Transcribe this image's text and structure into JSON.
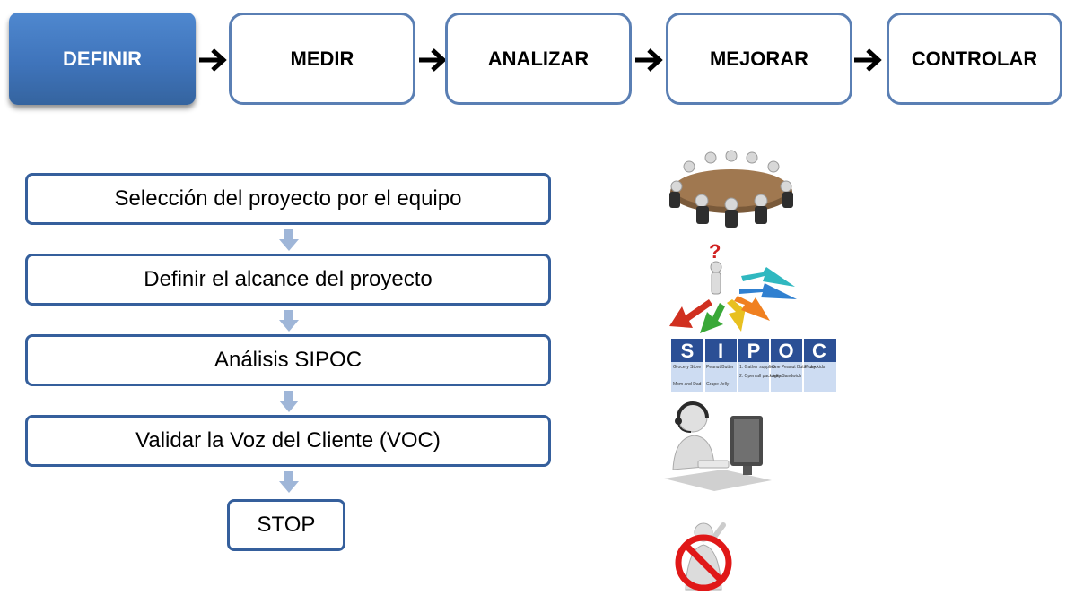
{
  "phases": [
    {
      "label": "DEFINIR",
      "active": true
    },
    {
      "label": "MEDIR",
      "active": false
    },
    {
      "label": "ANALIZAR",
      "active": false
    },
    {
      "label": "MEJORAR",
      "active": false
    },
    {
      "label": "CONTROLAR",
      "active": false
    }
  ],
  "steps": [
    "Selección del proyecto por el equipo",
    "Definir el alcance del proyecto",
    "Análisis SIPOC",
    "Validar la Voz del Cliente (VOC)",
    "STOP"
  ],
  "sipoc": {
    "letters": [
      "S",
      "I",
      "P",
      "O",
      "C"
    ],
    "rows": [
      [
        "Grocery Store",
        "Peanut Butter",
        "1. Gather supplies",
        "One Peanut Butter and",
        "Picky kids"
      ],
      [
        "Mom and Dad",
        "Grape Jelly",
        "2. Open all packages",
        "Jelly Sandwich",
        ""
      ]
    ]
  },
  "icons": [
    "meeting-table-icon",
    "question-arrows-icon",
    "sipoc-table-icon",
    "support-agent-icon",
    "stop-sign-icon"
  ],
  "colors": {
    "accent": "#4478c0",
    "border": "#5a7fb4",
    "step_border": "#355f9c",
    "arrow": "#9fb6d8"
  }
}
